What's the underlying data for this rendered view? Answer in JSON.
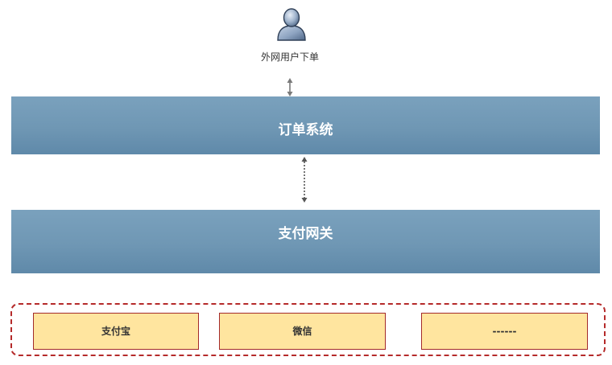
{
  "user": {
    "icon": "user-icon",
    "label": "外网用户下单"
  },
  "order_system": {
    "label": "订单系统"
  },
  "payment_gateway": {
    "label": "支付网关"
  },
  "channels": [
    {
      "label": "支付宝"
    },
    {
      "label": "微信"
    },
    {
      "label": "------"
    }
  ],
  "colors": {
    "band": "#6f97b4",
    "band_text": "#ffffff",
    "channel_fill": "#ffe59f",
    "channel_border": "#a32a2a",
    "group_border": "#b52a2a",
    "arrow": "#7a7a7a"
  }
}
